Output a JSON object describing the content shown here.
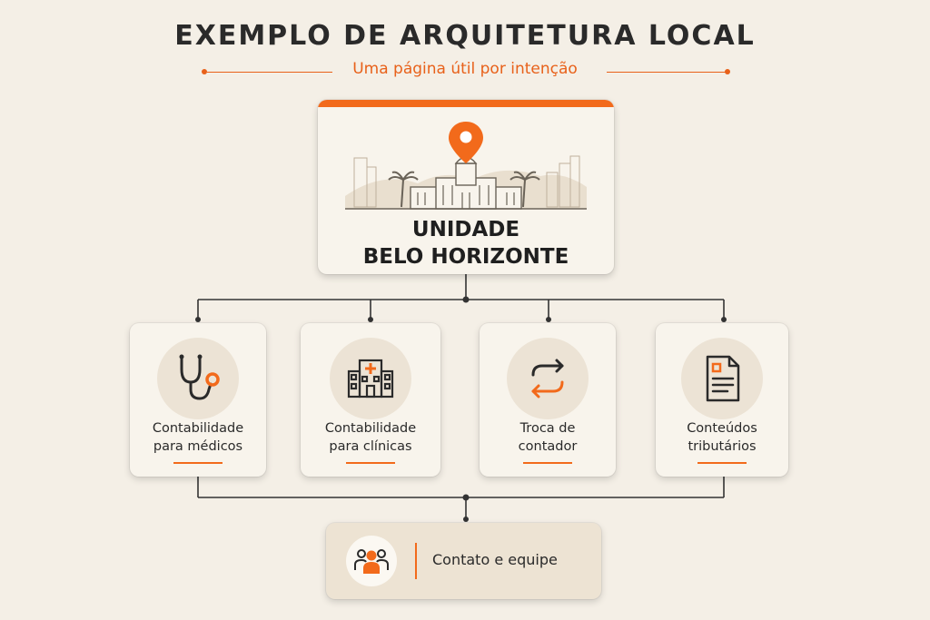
{
  "title": "EXEMPLO DE ARQUITETURA LOCAL",
  "subtitle": "Uma página útil por intenção",
  "main_node": {
    "line1": "UNIDADE",
    "line2": "BELO HORIZONTE",
    "icon": "location-pin-city-icon"
  },
  "children": [
    {
      "line1": "Contabilidade",
      "line2": "para médicos",
      "icon": "stethoscope-icon"
    },
    {
      "line1": "Contabilidade",
      "line2": "para clínicas",
      "icon": "hospital-icon"
    },
    {
      "line1": "Troca de",
      "line2": "contador",
      "icon": "swap-arrows-icon"
    },
    {
      "line1": "Conteúdos",
      "line2": "tributários",
      "icon": "document-icon"
    }
  ],
  "contact": {
    "label": "Contato e equipe",
    "icon": "team-icon"
  },
  "colors": {
    "accent": "#f26a1b",
    "background": "#f4efe6",
    "card": "#f8f4ec",
    "text": "#2a2a2a",
    "line": "#333333"
  }
}
